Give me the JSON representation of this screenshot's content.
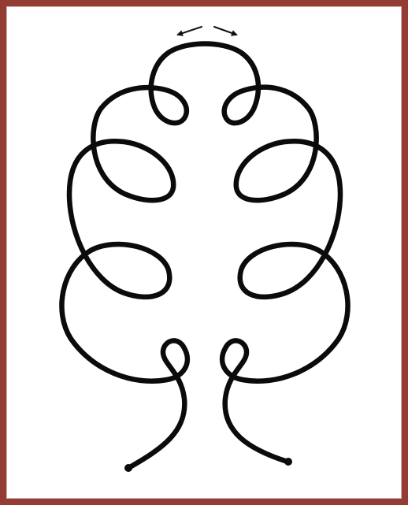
{
  "figure": {
    "frame_color": "#943b34",
    "rope_color": "#0b0b0b",
    "background": "#ffffff",
    "loops_per_side": 4,
    "arrows": [
      "left-arrow",
      "right-arrow"
    ]
  }
}
